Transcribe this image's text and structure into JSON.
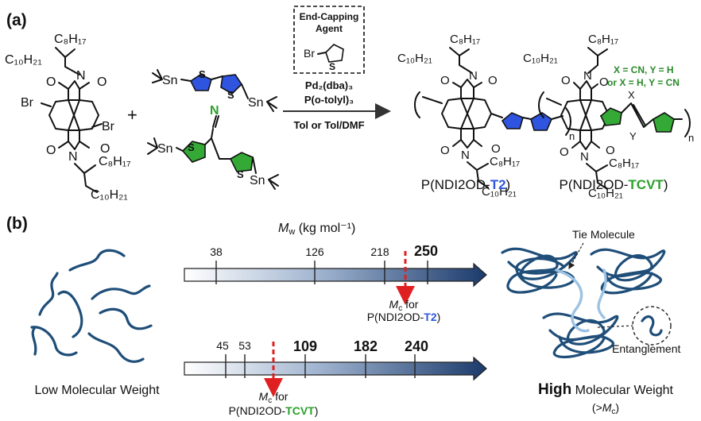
{
  "panel_a": {
    "label": "(a)",
    "monomer1": {
      "c8": "C₈H₁₇",
      "c10": "C₁₀H₂₁",
      "br": "Br",
      "o": "O",
      "n": "N"
    },
    "plus": "+",
    "sn": "Sn",
    "s": "S",
    "n_cyano": "N",
    "capping_box": {
      "title_line1": "End-Capping",
      "title_line2": "Agent",
      "br": "Br",
      "s": "S"
    },
    "conditions": {
      "catalyst": "Pd₂(dba)₃",
      "ligand": "P(o-tolyl)₃",
      "solvent": "Tol or Tol/DMF"
    },
    "product1": {
      "name_prefix": "P(NDI2OD-",
      "name_highlight": "T2",
      "name_suffix": ")",
      "n": "n"
    },
    "product2": {
      "name_prefix": "P(NDI2OD-",
      "name_highlight": "TCVT",
      "name_suffix": ")",
      "x": "X",
      "y": "Y",
      "n": "n",
      "note_line1": "X = CN, Y = H",
      "note_line2": "or X = H, Y = CN"
    }
  },
  "panel_b": {
    "label": "(b)",
    "axis_title_main": "M",
    "axis_title_sub": "w",
    "axis_title_unit": " (kg mol⁻¹)",
    "bar1_ticks": [
      "38",
      "126",
      "218",
      "250"
    ],
    "bar2_ticks": [
      "45",
      "53",
      "109",
      "182",
      "240"
    ],
    "mc1": {
      "m": "M",
      "sub": "c",
      "for": " for",
      "prefix": "P(NDI2OD-",
      "highlight": "T2",
      "suffix": ")"
    },
    "mc2": {
      "m": "M",
      "sub": "c",
      "for": " for",
      "prefix": "P(NDI2OD-",
      "highlight": "TCVT",
      "suffix": ")"
    },
    "low_mw_label": "Low Molecular Weight",
    "high_mw_bold": "High",
    "high_mw_rest": " Molecular Weight",
    "high_mw_cond_open": "(>",
    "high_mw_cond_m": "M",
    "high_mw_cond_sub": "c",
    "high_mw_cond_close": ")",
    "tie_molecule": "Tie Molecule",
    "entanglement": "Entanglement"
  },
  "colors": {
    "blue_thiophene": "#2f55e0",
    "green_thiophene": "#35a935",
    "bar_dark": "#1b3a6b",
    "chain": "#1f4e79",
    "arrow_red": "#e02020"
  }
}
